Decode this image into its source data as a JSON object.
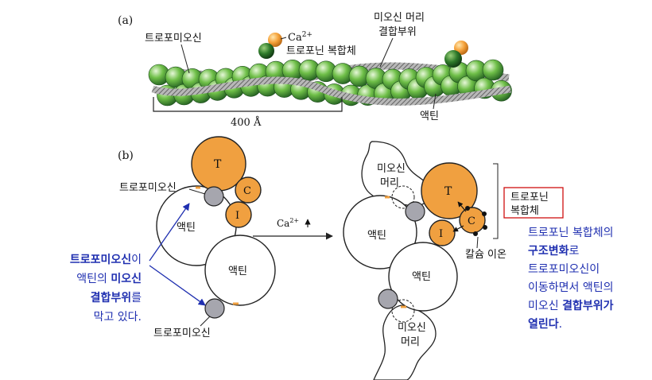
{
  "panel_a": {
    "label": "(a)",
    "tropomyosin": "트로포미오신",
    "ca": "Ca",
    "ca_sup": "2+",
    "troponin_complex": "트로포닌 복합체",
    "myosin_site_line1": "미오신 머리",
    "myosin_site_line2": "결합부위",
    "length": "400 Å",
    "actin": "액틴"
  },
  "panel_b": {
    "label": "(b)",
    "T": "T",
    "C": "C",
    "I": "I",
    "tropomyosin_top": "트로포미오신",
    "tropomyosin_bottom": "트로포미오신",
    "actin_left_upper": "액틴",
    "actin_left_lower": "액틴",
    "ca_arrow": "Ca",
    "ca_arrow_sup": "2+",
    "myosin_head_top_l1": "미오신",
    "myosin_head_top_l2": "머리",
    "actin_right_upper": "액틴",
    "actin_right_lower": "액틴",
    "troponin_box_l1": "트로포닌",
    "troponin_box_l2": "복합체",
    "calcium_ion": "칼슘 이온",
    "myosin_head_bottom_l1": "미오신",
    "myosin_head_bottom_l2": "머리"
  },
  "note_left": {
    "l1_bold": "트로포미오신",
    "l1_rest": "이",
    "l2_pre": "액틴의 ",
    "l2_bold": "미오신",
    "l3_bold": "결합부위",
    "l3_rest": "를",
    "l4": "막고 있다."
  },
  "note_right": {
    "l1": "트로포닌 복합체의",
    "l2_bold": "구조변화",
    "l2_rest": "로",
    "l3": "트로포미오신이",
    "l4": "이동하면서 액틴의",
    "l5_pre": "미오신 ",
    "l5_bold": "결합부위가",
    "l6_bold": "열린다",
    "l6_rest": "."
  },
  "colors": {
    "orange": "#f0a040",
    "actin_green": "#5aa83a",
    "dark_green": "#1f5a1f",
    "gray": "#a6a6ae",
    "blue_text": "#1f2fb0",
    "red_box": "#d01010"
  }
}
